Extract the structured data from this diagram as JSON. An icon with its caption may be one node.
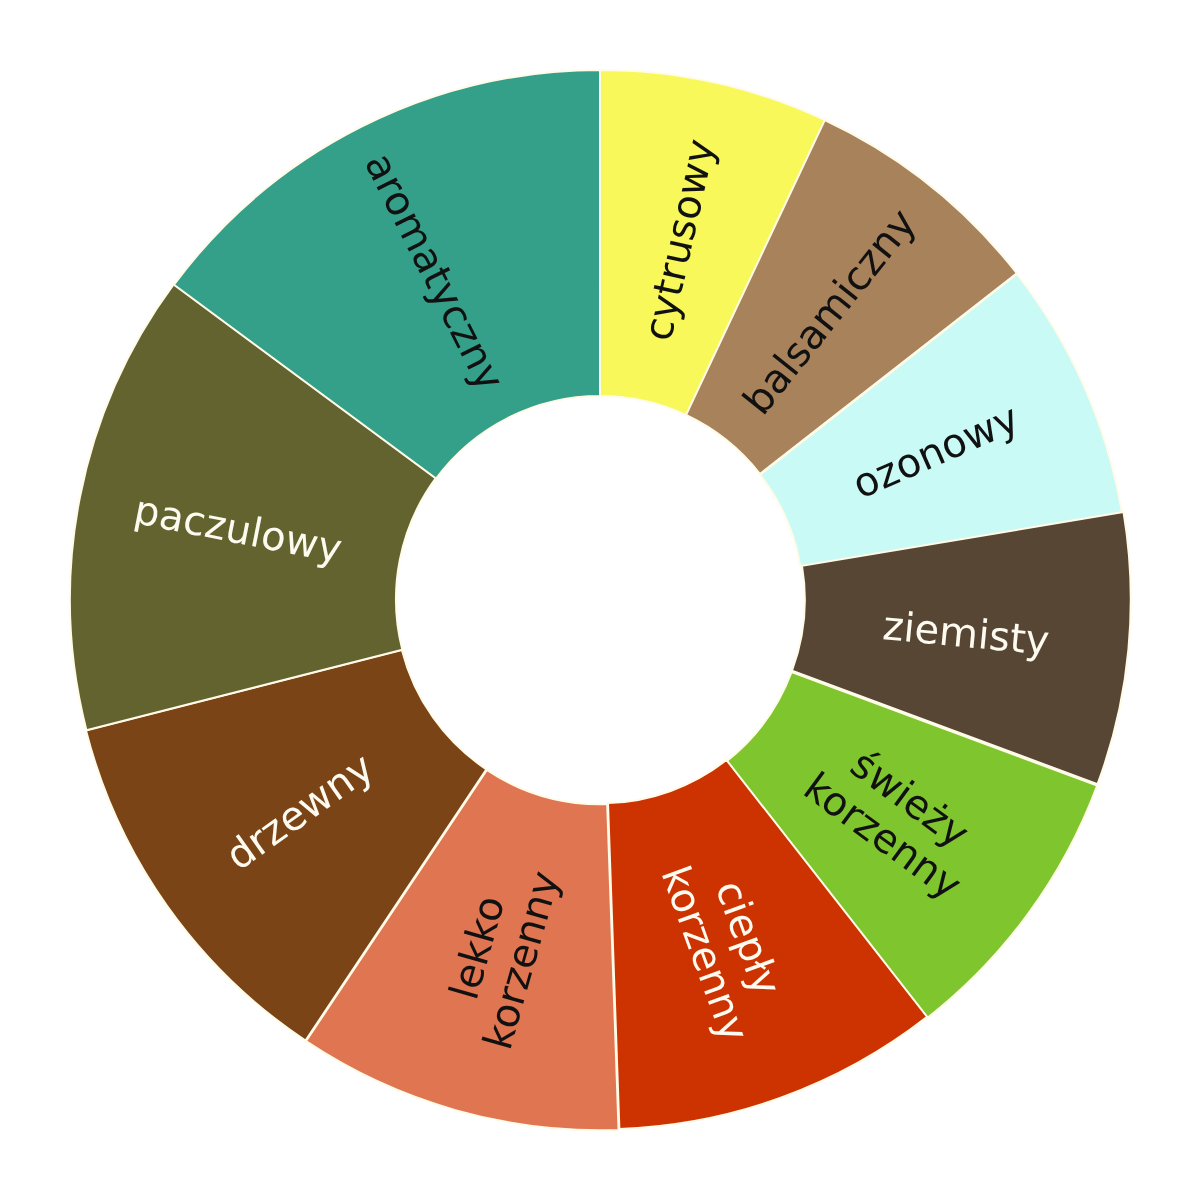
{
  "diagram": {
    "nodes": [
      {
        "text": [
          "cytrusowy"
        ]
      },
      {
        "text": [
          "balsamiczny"
        ]
      },
      {
        "text": [
          "ozonowy"
        ]
      },
      {
        "text": [
          "ziemisty"
        ]
      },
      {
        "text": [
          "świeży korzenny"
        ]
      },
      {
        "text": [
          "ciepły korzenny"
        ]
      },
      {
        "text": [
          "lekko korzenny"
        ]
      },
      {
        "text": [
          "drzewny"
        ]
      },
      {
        "text": [
          "paczulowy"
        ]
      },
      {
        "text": [
          "aromatyczny"
        ]
      }
    ]
  }
}
